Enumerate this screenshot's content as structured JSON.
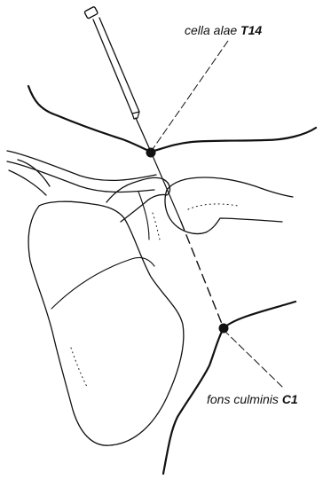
{
  "labels": {
    "upper": {
      "name": "cella alae",
      "code": "T14"
    },
    "lower": {
      "name": "fons culminis",
      "code": "C1"
    }
  },
  "colors": {
    "ink": "#111111",
    "background": "#ffffff"
  }
}
